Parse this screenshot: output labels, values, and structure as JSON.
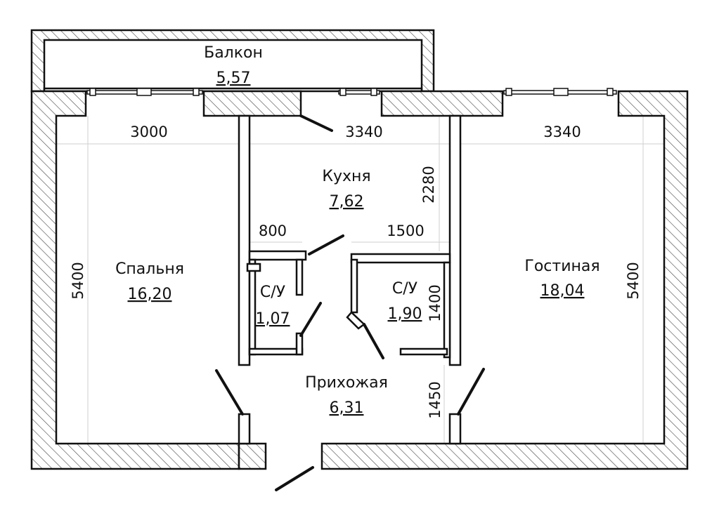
{
  "rooms": {
    "balcony": {
      "name": "Балкон",
      "area": "5,57"
    },
    "kitchen": {
      "name": "Кухня",
      "area": "7,62"
    },
    "bedroom": {
      "name": "Спальня",
      "area": "16,20"
    },
    "living": {
      "name": "Гостиная",
      "area": "18,04"
    },
    "bath1": {
      "name": "С/У",
      "area": "1,07"
    },
    "bath2": {
      "name": "С/У",
      "area": "1,90"
    },
    "hall": {
      "name": "Прихожая",
      "area": "6,31"
    }
  },
  "dimensions": {
    "bedroom_width": "3000",
    "kitchen_width": "3340",
    "living_width": "3340",
    "bedroom_depth": "5400",
    "living_depth": "5400",
    "kitchen_depth": "2280",
    "bath1_width": "800",
    "bath2_width": "1500",
    "bath2_depth": "1400",
    "hall_depth": "1450"
  }
}
